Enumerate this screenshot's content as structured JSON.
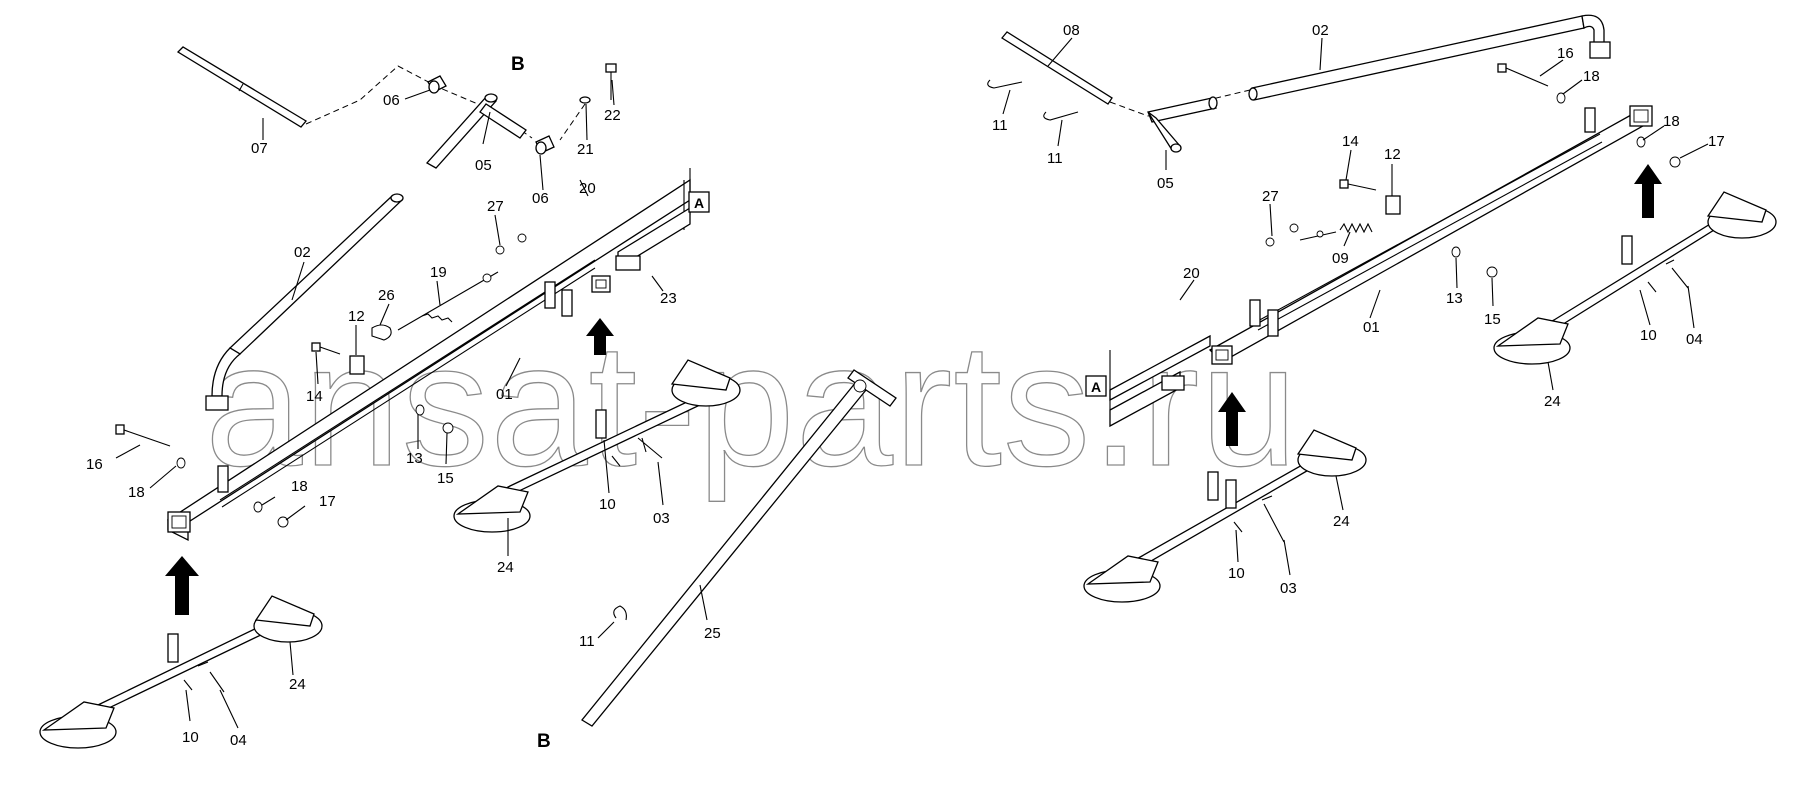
{
  "watermark": "ansat-parts.ru",
  "section_markers": {
    "b_top": "B",
    "b_bottom": "B",
    "a_left": "A",
    "a_right": "A"
  },
  "callouts_left": {
    "c01": "01",
    "c02": "02",
    "c03": "03",
    "c04": "04",
    "c05": "05",
    "c06a": "06",
    "c06b": "06",
    "c07": "07",
    "c10a": "10",
    "c10b": "10",
    "c11": "11",
    "c12": "12",
    "c13": "13",
    "c14": "14",
    "c15": "15",
    "c16": "16",
    "c17": "17",
    "c18a": "18",
    "c18b": "18",
    "c19": "19",
    "c20": "20",
    "c21": "21",
    "c22": "22",
    "c23": "23",
    "c24a": "24",
    "c24b": "24",
    "c25": "25",
    "c26": "26",
    "c27": "27"
  },
  "callouts_right": {
    "c08": "08",
    "c02": "02",
    "c16": "16",
    "c18a": "18",
    "c18b": "18",
    "c17": "17",
    "c11a": "11",
    "c11b": "11",
    "c05": "05",
    "c14": "14",
    "c12": "12",
    "c27": "27",
    "c09": "09",
    "c20": "20",
    "c13": "13",
    "c15": "15",
    "c01": "01",
    "c10a": "10",
    "c04": "04",
    "c24a": "24",
    "c24b": "24",
    "c10b": "10",
    "c03": "03"
  }
}
